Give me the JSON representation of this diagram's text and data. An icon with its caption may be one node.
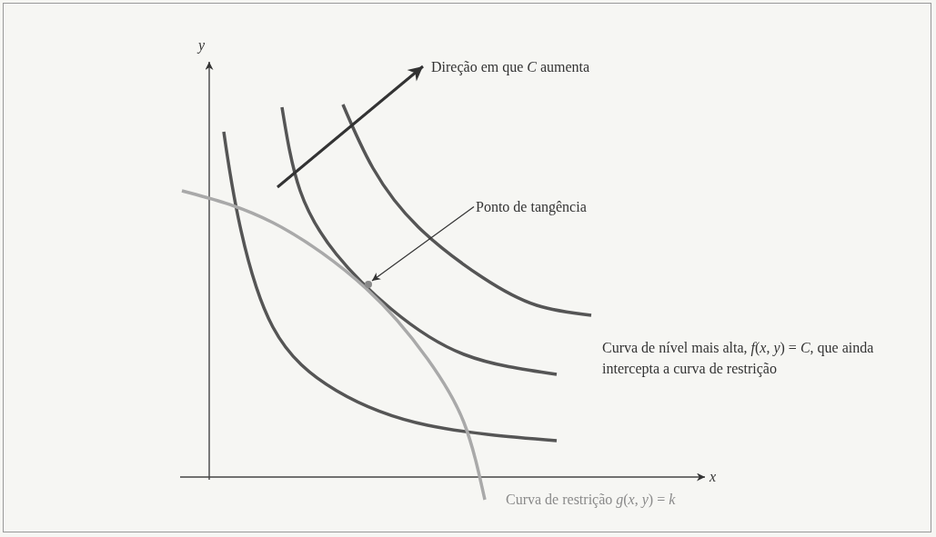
{
  "diagram": {
    "nodes": [
      {
        "text": [
          "Ponto de tangência"
        ]
      },
      {
        "text": [],
        "shape": "circle"
      }
    ],
    "edges": [
      {
        "from": 0,
        "to": 1,
        "arrow": "to"
      }
    ],
    "labels": [
      "y",
      "Direção em que *C* aumenta",
      "x",
      "Curva de nível mais alta, *f*(*x*, *y*) = *C*, que ainda intercepta a curva de restrição",
      "Curva de restrição *g*(*x*, *y*) = *k*"
    ]
  }
}
